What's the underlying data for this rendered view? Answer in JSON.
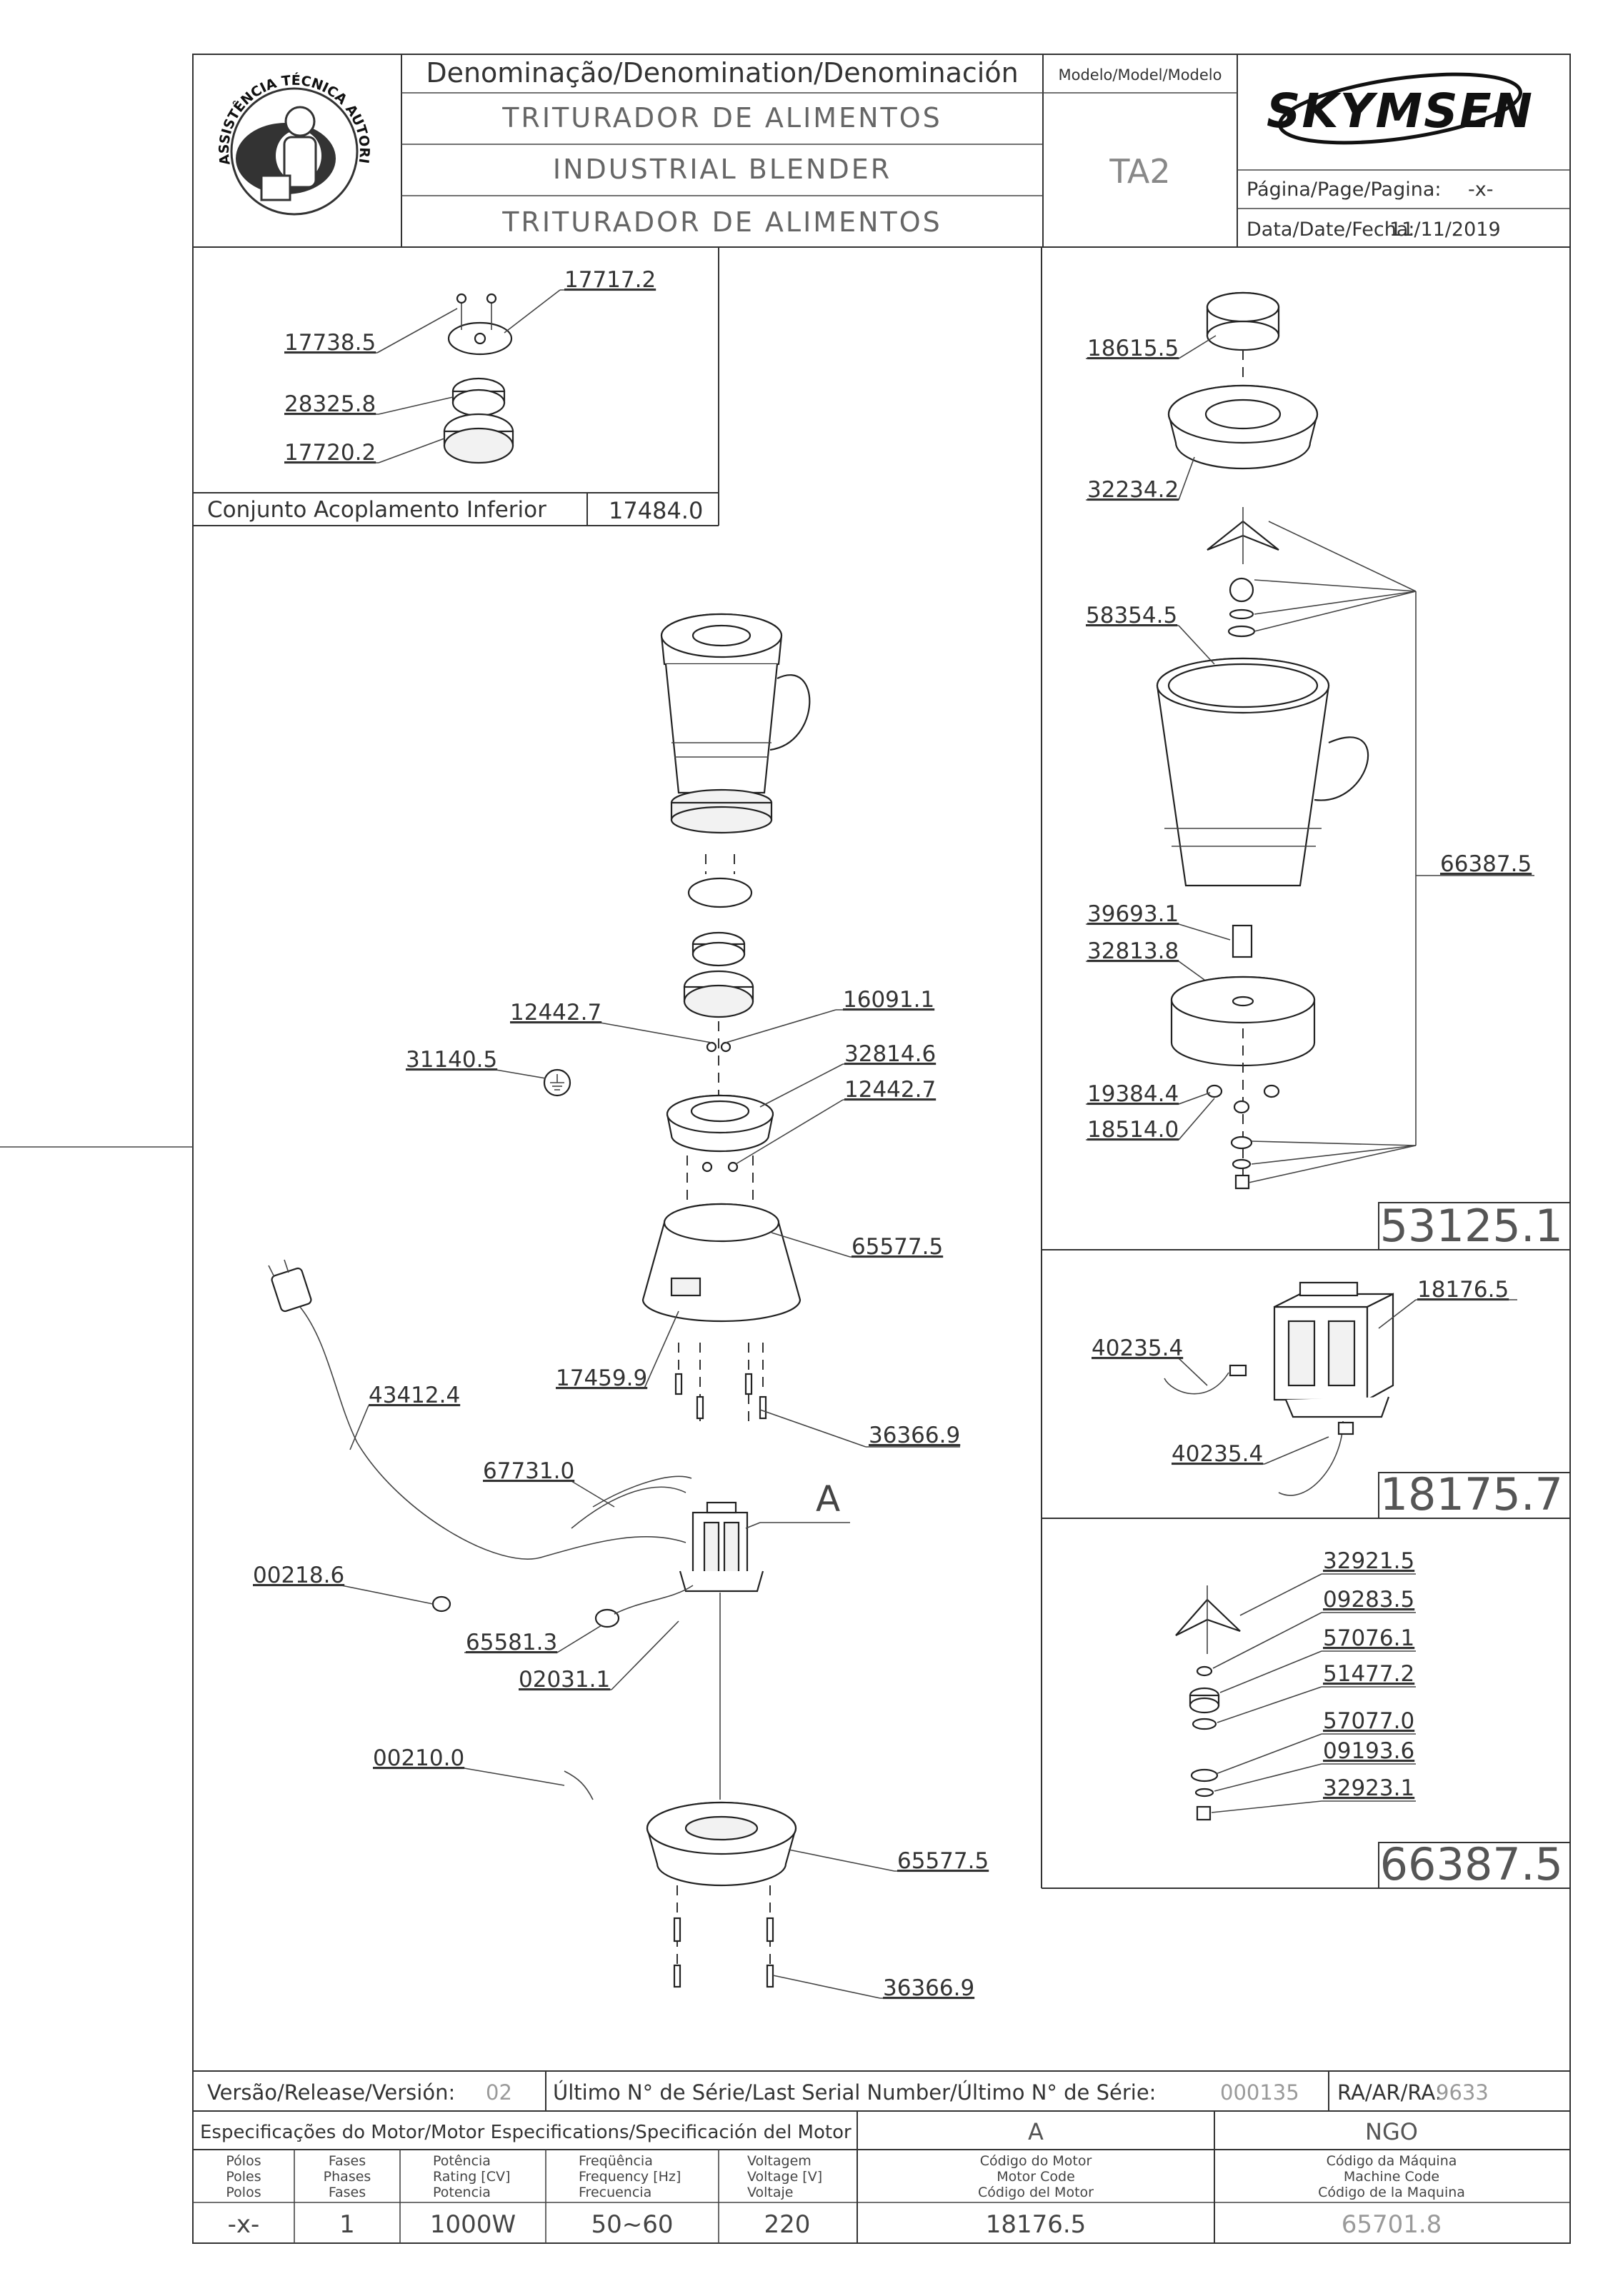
{
  "header": {
    "denomination_label": "Denominação/Denomination/Denominación",
    "model_label": "Modelo/Model/Modelo",
    "name_pt": "TRITURADOR DE ALIMENTOS",
    "name_en": "INDUSTRIAL BLENDER",
    "name_es": "TRITURADOR DE ALIMENTOS",
    "model": "TA2",
    "brand": "SKYMSEN",
    "page_label": "Página/Page/Pagina:",
    "page_value": "-x-",
    "date_label": "Data/Date/Fecha:",
    "date_value": "11/11/2019",
    "seal_text": "ASSISTÊNCIA TÉCNICA AUTORIZADA"
  },
  "coupling_box": {
    "title": "Conjunto Acoplamento Inferior",
    "code": "17484.0",
    "labels": [
      "17717.2",
      "17738.5",
      "28325.8",
      "17720.2"
    ]
  },
  "main_labels": [
    "16091.1",
    "12442.7",
    "31140.5",
    "32814.6",
    "12442.7",
    "65577.5",
    "17459.9",
    "43412.4",
    "36366.9",
    "67731.0",
    "A",
    "00218.6",
    "65581.3",
    "02031.1",
    "00210.0",
    "65577.5",
    "36366.9"
  ],
  "jar_box": {
    "code": "53125.1",
    "labels": [
      "18615.5",
      "32234.2",
      "58354.5",
      "66387.5",
      "39693.1",
      "32813.8",
      "19384.4",
      "18514.0"
    ]
  },
  "motor_box": {
    "code": "18175.7",
    "labels": [
      "18176.5",
      "40235.4",
      "40235.4"
    ]
  },
  "blade_box": {
    "code": "66387.5",
    "labels": [
      "32921.5",
      "09283.5",
      "57076.1",
      "51477.2",
      "57077.0",
      "09193.6",
      "32923.1"
    ]
  },
  "footer": {
    "version_label": "Versão/Release/Versión:",
    "version_value": "02",
    "serial_label": "Último N° de Série/Last Serial Number/Último N° de Série:",
    "serial_value": "000135",
    "ra_label": "RA/AR/RA:",
    "ra_value": "9633",
    "spec_label": "Especificações do Motor/Motor Especifications/Specificación del Motor",
    "spec_motor": "A",
    "spec_machine": "NGO",
    "columns": [
      {
        "lines": [
          "Pólos",
          "Poles",
          "Polos"
        ],
        "value": "-x-"
      },
      {
        "lines": [
          "Fases",
          "Phases",
          "Fases"
        ],
        "value": "1"
      },
      {
        "lines": [
          "Potência",
          "Rating [CV]",
          "Potencia"
        ],
        "value": "1000W"
      },
      {
        "lines": [
          "Freqüência",
          "Frequency [Hz]",
          "Frecuencia"
        ],
        "value": "50~60"
      },
      {
        "lines": [
          "Voltagem",
          "Voltage [V]",
          "Voltaje"
        ],
        "value": "220"
      },
      {
        "lines": [
          "Código do Motor",
          "Motor Code",
          "Código del Motor"
        ],
        "value": "18176.5"
      },
      {
        "lines": [
          "Código da Máquina",
          "Machine Code",
          "Código de la Maquina"
        ],
        "value": "65701.8"
      }
    ]
  },
  "icons": [
    "assistance-seal-icon",
    "ground-symbol-icon",
    "power-plug-icon"
  ]
}
